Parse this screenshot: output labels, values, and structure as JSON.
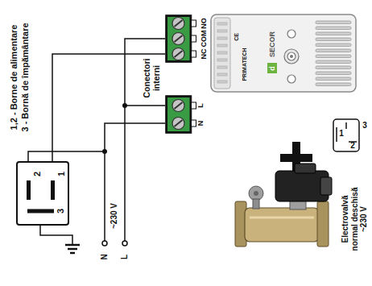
{
  "diagram": {
    "nodes": [
      {
        "text": [
          "NO",
          "COM",
          "NC"
        ]
      },
      {
        "text": [
          "L",
          "N"
        ]
      },
      {
        "text": [
          "2",
          "1",
          "3"
        ]
      }
    ],
    "edges": [
      {
        "from": 0,
        "to": 2,
        "arrow": "none"
      },
      {
        "from": 0,
        "to": 1,
        "arrow": "none"
      },
      {
        "from": 1,
        "to": 2,
        "arrow": "none"
      }
    ],
    "labels": [
      "1,2 - Borne de alimentare",
      "3 - Bornă de împământare",
      "Conectori interni",
      "~230 V",
      "N",
      "L",
      "SECOR",
      "d",
      "CE",
      "PRIMATECH",
      "1",
      "3",
      "2",
      "Electrovalvă normal deschisă ~230 V"
    ]
  }
}
